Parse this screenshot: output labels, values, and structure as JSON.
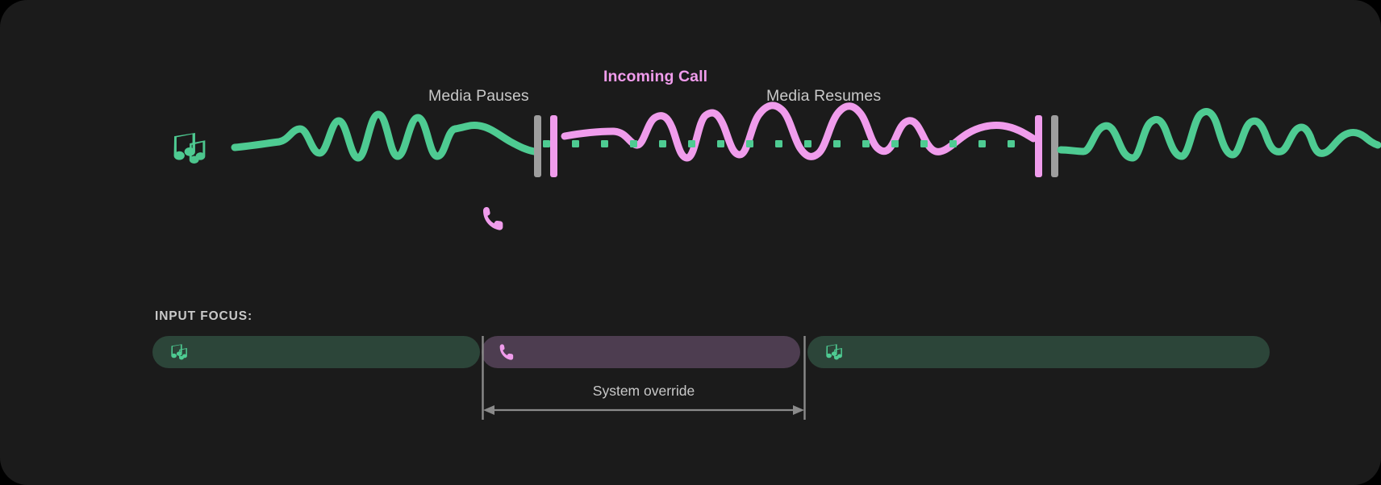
{
  "theme": {
    "page_background": "#000000",
    "card_background": "#1b1b1b",
    "media_accent": "#4ecb92",
    "call_accent": "#f09cec",
    "marker_gray": "#9e9e9e",
    "text_muted": "#c9c9c9",
    "focus_media_fill": "#2c4539",
    "focus_call_fill": "#4d3d50"
  },
  "timeline": {
    "labels": {
      "media_pauses": "Media Pauses",
      "incoming_call": "Incoming Call",
      "media_resumes": "Media Resumes"
    },
    "icons": {
      "music": "music-notes-icon",
      "call": "phone-handset-icon"
    },
    "segments": [
      {
        "name": "media-before",
        "state": "playing",
        "accent": "#4ecb92"
      },
      {
        "name": "call-interval",
        "state": "call-active",
        "accent": "#f09cec"
      },
      {
        "name": "media-after",
        "state": "resumed",
        "accent": "#4ecb92"
      }
    ],
    "muted_media_dots": 17
  },
  "focus": {
    "title": "INPUT FOCUS:",
    "segments": [
      {
        "name": "media-a",
        "owner": "media",
        "icon": "music-notes-icon",
        "fill": "#2c4539"
      },
      {
        "name": "call",
        "owner": "call",
        "icon": "phone-handset-icon",
        "fill": "#4d3d50"
      },
      {
        "name": "media-b",
        "owner": "media",
        "icon": "music-notes-icon",
        "fill": "#2c4539"
      }
    ],
    "override_label": "System override"
  }
}
